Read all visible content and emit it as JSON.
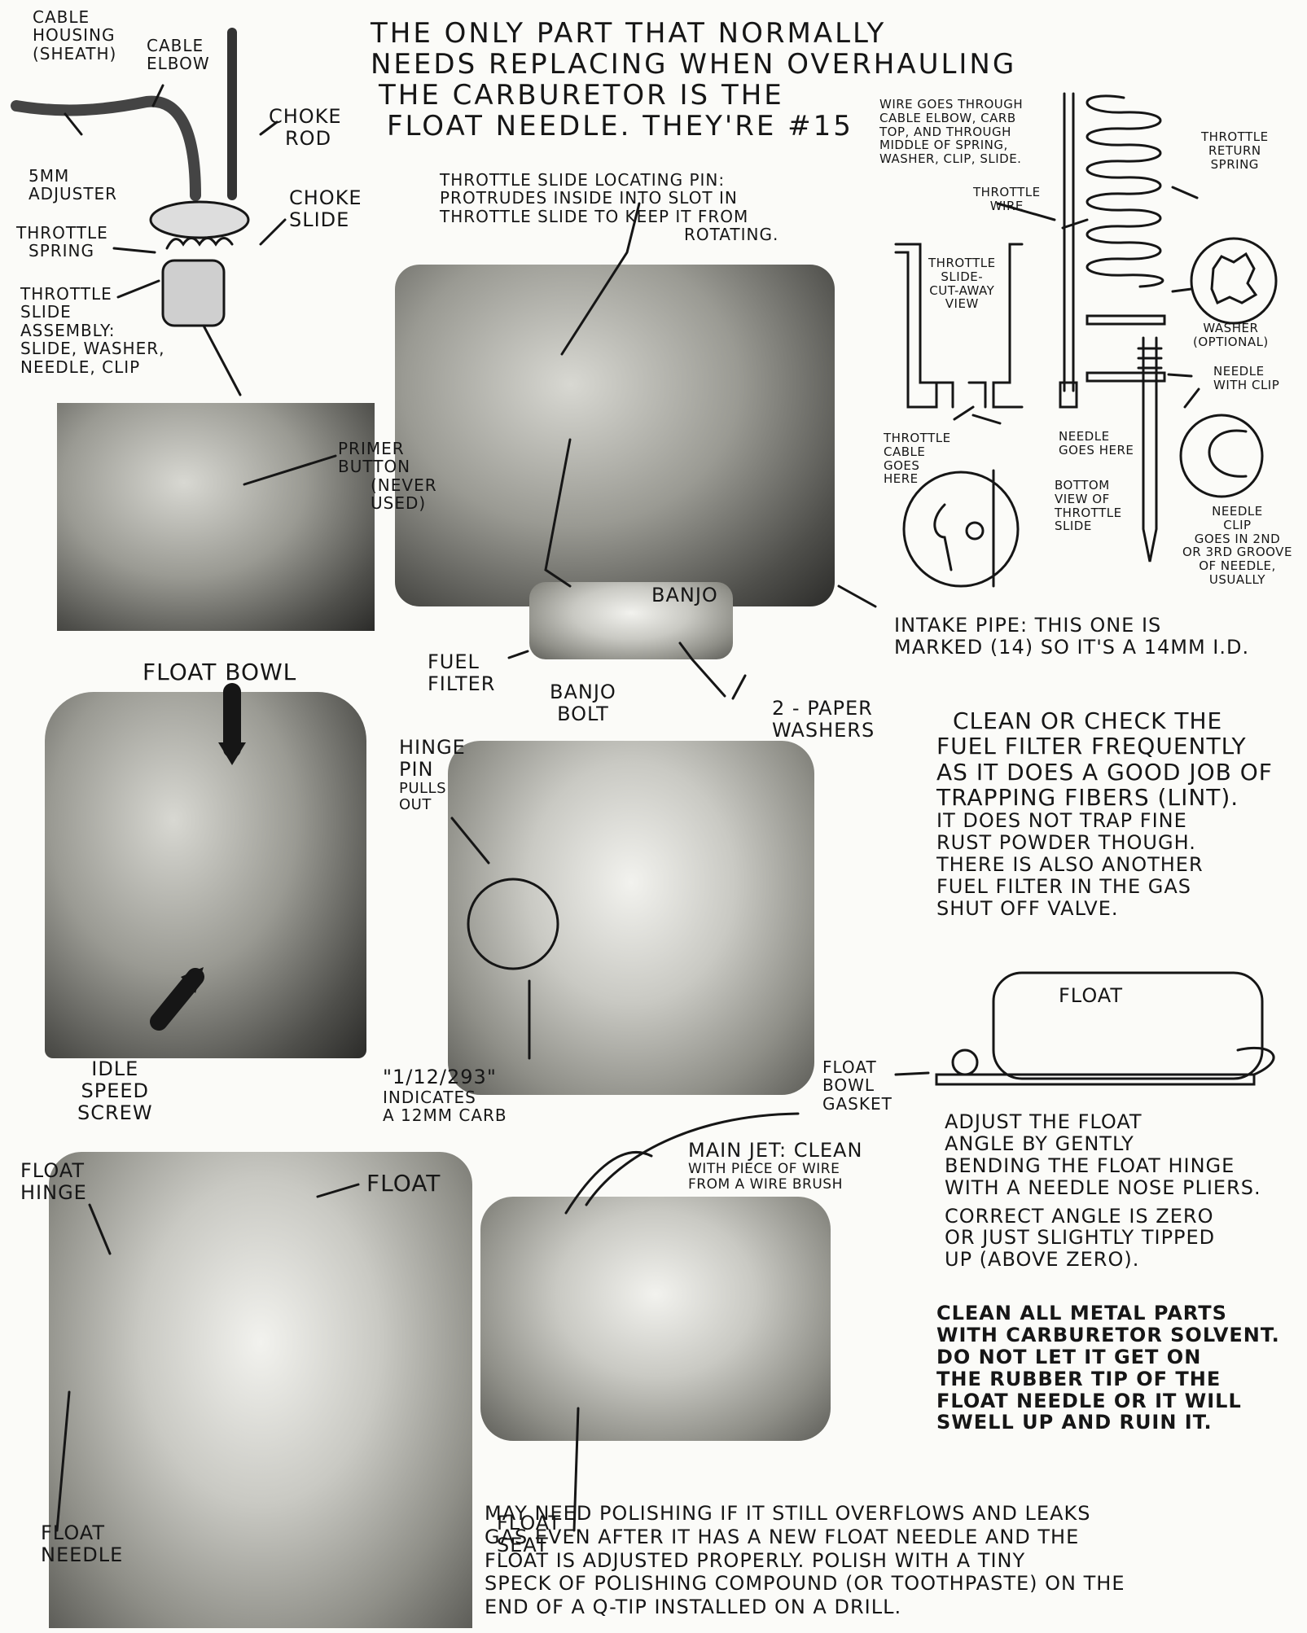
{
  "title_lines": [
    "THE ONLY PART THAT NORMALLY",
    "NEEDS REPLACING WHEN OVERHAULING",
    "THE CARBURETOR IS THE",
    "FLOAT NEEDLE. THEY'RE #15"
  ],
  "labels": {
    "cable_housing": [
      "CABLE",
      "HOUSING",
      "(SHEATH)"
    ],
    "cable_elbow": [
      "CABLE",
      "ELBOW"
    ],
    "choke_rod": [
      "CHOKE",
      "ROD"
    ],
    "choke_slide": [
      "CHOKE",
      "SLIDE"
    ],
    "adjuster": [
      "5mm",
      "ADJUSTER"
    ],
    "throttle_spring": [
      "THROTTLE",
      "SPRING"
    ],
    "throttle_slide_assembly": [
      "THROTTLE",
      "SLIDE",
      "ASSEMBLY:",
      "SLIDE, WASHER,",
      "NEEDLE, CLIP"
    ],
    "primer_button": [
      "PRIMER",
      "BUTTON",
      "(NEVER",
      "USED)"
    ],
    "locating_pin": [
      "THROTTLE SLIDE LOCATING PIN:",
      "PROTRUDES INSIDE INTO SLOT IN",
      "THROTTLE SLIDE TO KEEP IT FROM",
      "ROTATING."
    ],
    "banjo": "BANJO",
    "fuel_filter": [
      "FUEL",
      "FILTER"
    ],
    "banjo_bolt": [
      "BANJO",
      "BOLT"
    ],
    "paper_washers": [
      "2 - PAPER",
      "WASHERS"
    ],
    "intake_pipe": [
      "INTAKE PIPE: THIS ONE IS",
      "MARKED (14) SO IT'S A 14mm I.D."
    ],
    "wire_note": [
      "WIRE GOES THROUGH",
      "CABLE ELBOW, CARB",
      "TOP, AND THROUGH",
      "MIDDLE OF SPRING,",
      "WASHER, CLIP, SLIDE."
    ],
    "throttle_wire": [
      "THROTTLE",
      "WIRE"
    ],
    "throttle_return_spring": [
      "THROTTLE",
      "RETURN",
      "SPRING"
    ],
    "slide_cutaway": [
      "THROTTLE",
      "SLIDE-",
      "CUT-AWAY",
      "VIEW"
    ],
    "washer_optional": [
      "WASHER",
      "(OPTIONAL)"
    ],
    "needle_with_clip": [
      "NEEDLE",
      "WITH CLIP"
    ],
    "throttle_cable_goes_here": [
      "THROTTLE",
      "CABLE",
      "GOES",
      "HERE"
    ],
    "needle_goes_here": [
      "NEEDLE",
      "GOES HERE"
    ],
    "bottom_view": [
      "BOTTOM",
      "VIEW OF",
      "THROTTLE",
      "SLIDE"
    ],
    "needle_clip": [
      "NEEDLE",
      "CLIP",
      "GOES IN 2nd",
      "OR 3rd GROOVE",
      "OF NEEDLE,",
      "USUALLY"
    ],
    "float_bowl": "FLOAT BOWL",
    "hinge_pin": [
      "HINGE",
      "PIN",
      "PULLS",
      "OUT"
    ],
    "idle_speed_screw": [
      "IDLE",
      "SPEED",
      "SCREW"
    ],
    "carb_marking": [
      "\"1/12/293\"",
      "INDICATES",
      "A 12mm CARB"
    ],
    "float_hinge": [
      "FLOAT",
      "HINGE"
    ],
    "float": "FLOAT",
    "float_bowl_gasket": [
      "FLOAT",
      "BOWL",
      "GASKET"
    ],
    "main_jet": [
      "MAIN JET: CLEAN",
      "WITH PIECE OF WIRE",
      "FROM A WIRE BRUSH"
    ],
    "float_seat": [
      "FLOAT",
      "SEAT"
    ],
    "float_needle": [
      "FLOAT",
      "NEEDLE"
    ],
    "float_diagram": "FLOAT"
  },
  "notes": {
    "fuel_filter_note": [
      "CLEAN OR CHECK THE",
      "FUEL FILTER FREQUENTLY",
      "AS IT DOES A GOOD JOB OF",
      "TRAPPING FIBERS (LINT).",
      "IT DOES NOT TRAP FINE",
      "RUST POWDER THOUGH.",
      "THERE IS ALSO ANOTHER",
      "FUEL FILTER IN THE GAS",
      "SHUT OFF VALVE."
    ],
    "float_adjust_note": [
      "ADJUST THE FLOAT",
      "ANGLE BY GENTLY",
      "BENDING THE FLOAT HINGE",
      "WITH A NEEDLE NOSE PLIERS.",
      "CORRECT ANGLE IS ZERO",
      "OR JUST SLIGHTLY TIPPED",
      "UP (ABOVE ZERO)."
    ],
    "solvent_note": [
      "CLEAN ALL METAL PARTS",
      "WITH CARBURETOR SOLVENT.",
      "DO NOT LET IT GET ON",
      "THE RUBBER TIP OF THE",
      "FLOAT NEEDLE OR IT WILL",
      "SWELL UP AND RUIN IT."
    ],
    "polish_note": [
      "MAY NEED POLISHING IF IT STILL OVERFLOWS AND LEAKS",
      "GAS EVEN AFTER IT HAS A NEW FLOAT NEEDLE AND THE",
      "FLOAT IS ADJUSTED PROPERLY. POLISH WITH A TINY",
      "SPECK OF POLISHING COMPOUND (OR TOOTHPASTE) ON THE",
      "END OF A Q-TIP INSTALLED ON A DRILL."
    ]
  },
  "colors": {
    "ink": "#161616",
    "paper": "#fbfbf8",
    "photo_dark": "#2b2b29",
    "photo_light": "#d8d8d2"
  }
}
